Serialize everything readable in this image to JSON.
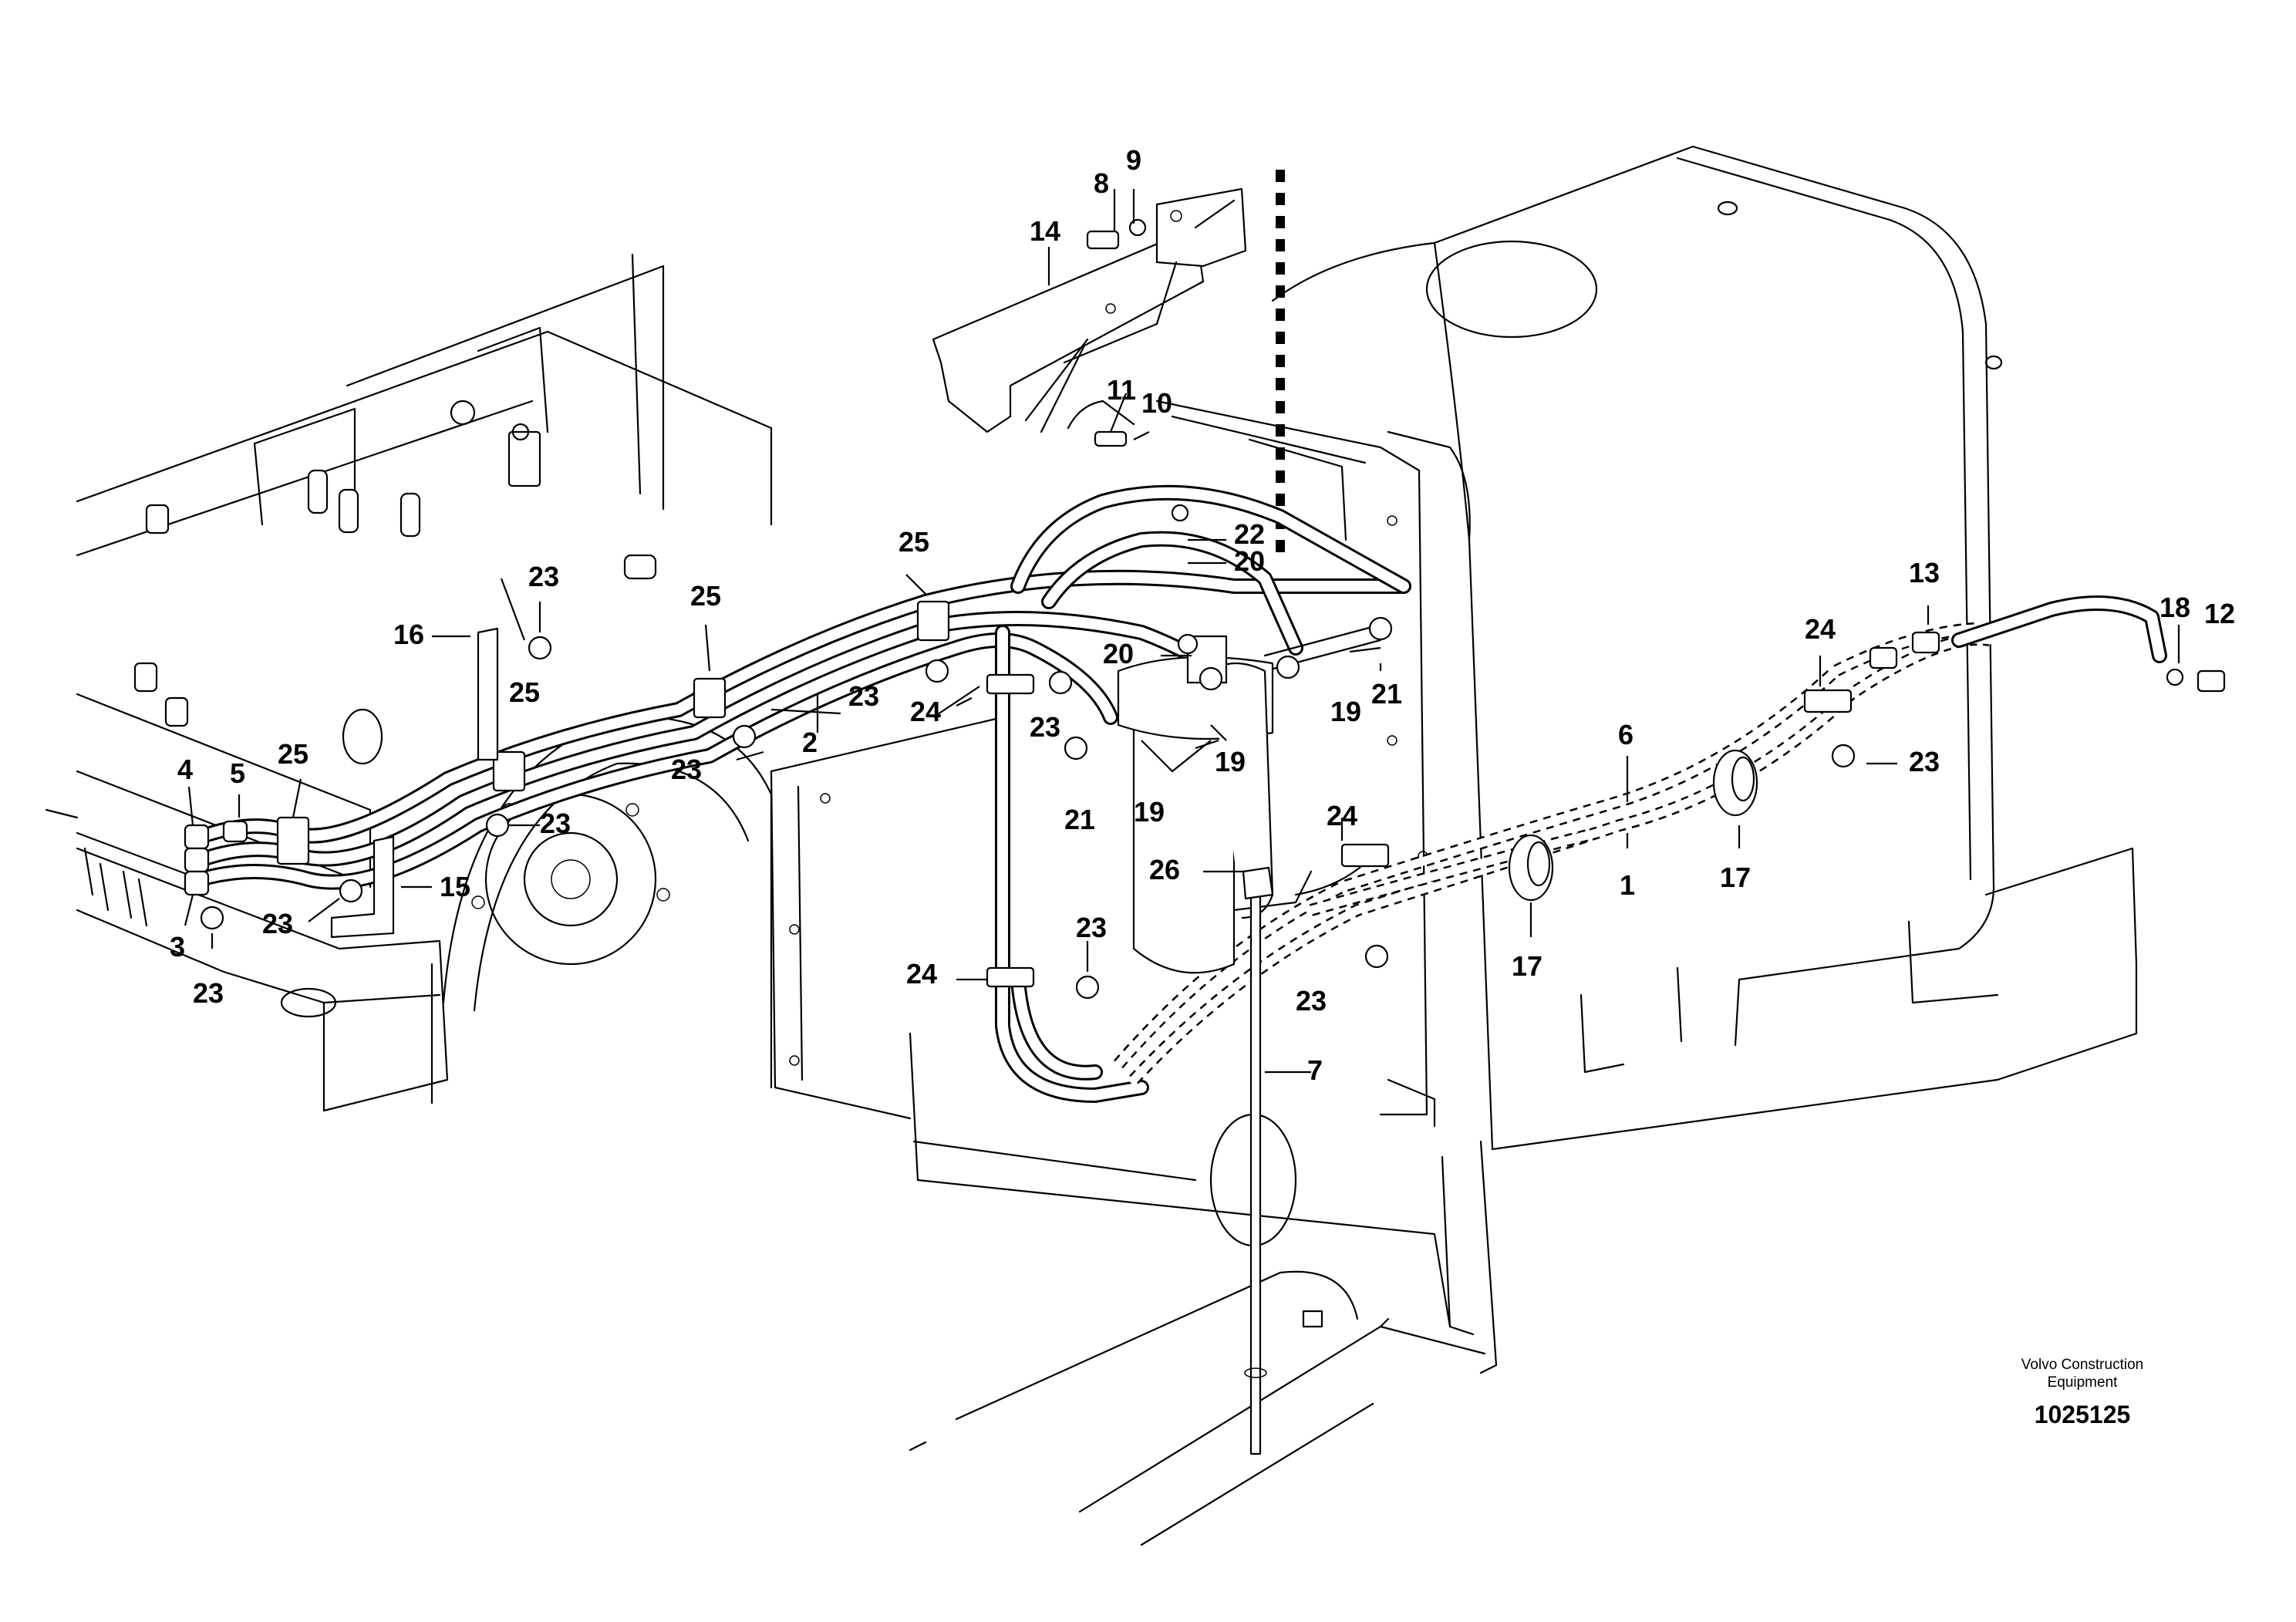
{
  "diagram": {
    "title": "",
    "brand_line1": "Volvo Construction",
    "brand_line2": "Equipment",
    "document_number": "1025125",
    "callouts": [
      "1",
      "2",
      "3",
      "4",
      "5",
      "6",
      "7",
      "8",
      "9",
      "10",
      "11",
      "12",
      "13",
      "14",
      "15",
      "16",
      "17",
      "17",
      "18",
      "19",
      "19",
      "19",
      "20",
      "20",
      "21",
      "21",
      "22",
      "23",
      "23",
      "23",
      "23",
      "23",
      "23",
      "23",
      "23",
      "23",
      "23",
      "24",
      "24",
      "24",
      "24",
      "25",
      "25",
      "25",
      "25",
      "26"
    ]
  }
}
